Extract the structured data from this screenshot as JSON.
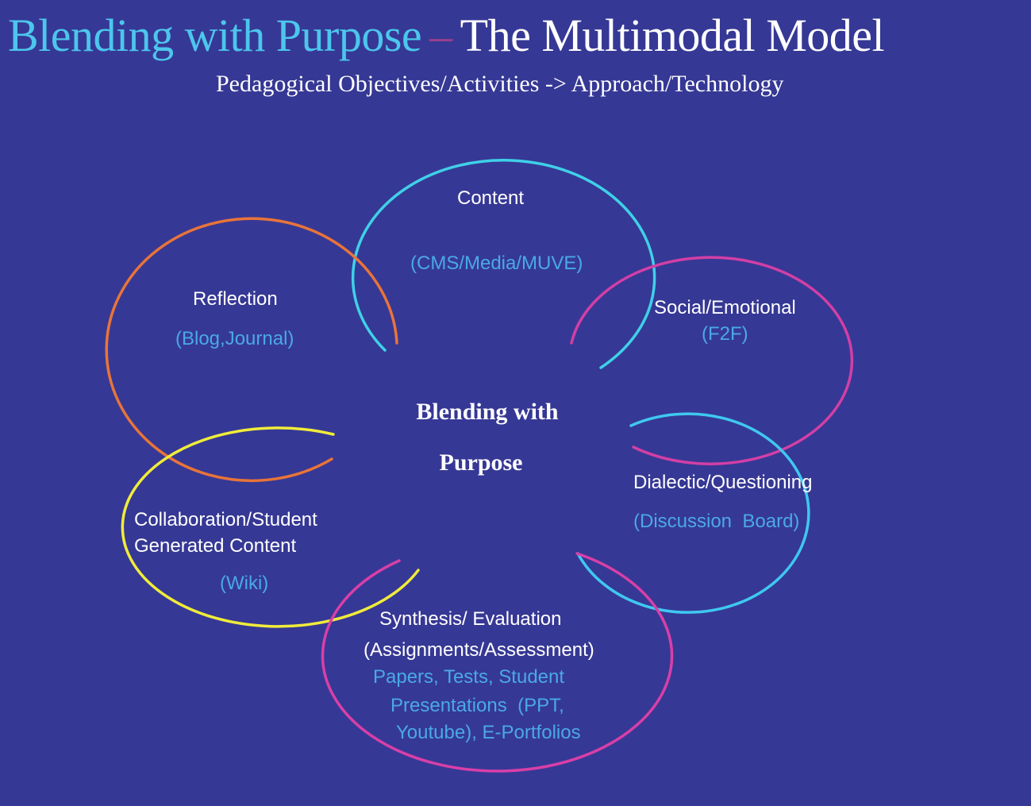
{
  "title": {
    "part1": "Blending with Purpose",
    "separator": "–",
    "part2": "The Multimodal Model"
  },
  "subtitle": "Pedagogical Objectives/Activities -> Approach/Technology",
  "center": {
    "line1": "Blending with",
    "line2": "Purpose"
  },
  "colors": {
    "background": "#363895",
    "title_accent": "#4cc6ec",
    "content_arc": "#3fd0e8",
    "reflection_arc": "#e8743a",
    "social_arc": "#d23fa6",
    "dialectic_arc": "#3fc8f0",
    "collaboration_arc": "#f0ec3a",
    "synthesis_arc": "#d83fa8",
    "objective_text": "#ffffff",
    "technology_text": "#4aa8e8"
  },
  "nodes": {
    "content": {
      "objective": "Content",
      "technology": "(CMS/Media/MUVE)"
    },
    "reflection": {
      "objective": "Reflection",
      "technology": "(Blog,Journal)"
    },
    "social": {
      "objective": "Social/Emotional",
      "technology": "(F2F)"
    },
    "dialectic": {
      "objective": "Dialectic/Questioning",
      "technology": "(Discussion  Board)"
    },
    "collaboration": {
      "objective_line1": "Collaboration/Student",
      "objective_line2": "Generated Content",
      "technology": "(Wiki)"
    },
    "synthesis": {
      "objective_line1": "Synthesis/ Evaluation",
      "objective_line2": "(Assignments/Assessment)",
      "technology_line1": "Papers, Tests, Student",
      "technology_line2": "Presentations  (PPT,",
      "technology_line3": "Youtube), E-Portfolios"
    }
  }
}
